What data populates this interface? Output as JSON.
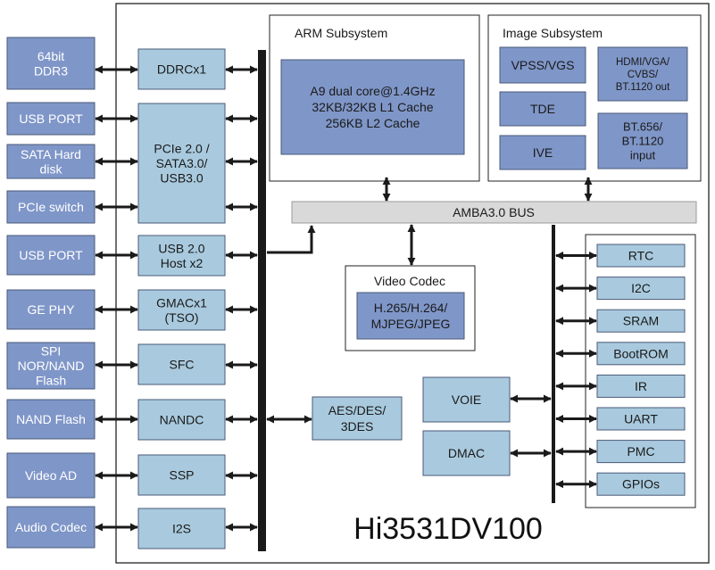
{
  "chip_name": "Hi3531DV100",
  "colors": {
    "external_fill": "#7f96c8",
    "internal_fill": "#a9cade",
    "core_fill": "#7f96c8",
    "bus_fill": "#d9d9d9",
    "frame_stroke": "#222222",
    "bus_bar": "#1a1a1a"
  },
  "external_blocks": [
    {
      "id": "ddr3",
      "lines": [
        "64bit",
        "DDR3"
      ]
    },
    {
      "id": "usb-port-1",
      "lines": [
        "USB PORT"
      ]
    },
    {
      "id": "sata-hard-disk",
      "lines": [
        "SATA Hard",
        "disk"
      ]
    },
    {
      "id": "pcie-switch",
      "lines": [
        "PCIe switch"
      ]
    },
    {
      "id": "usb-port-2",
      "lines": [
        "USB PORT"
      ]
    },
    {
      "id": "ge-phy",
      "lines": [
        "GE PHY"
      ]
    },
    {
      "id": "spi-flash",
      "lines": [
        "SPI",
        "NOR/NAND",
        "Flash"
      ]
    },
    {
      "id": "nand-flash",
      "lines": [
        "NAND Flash"
      ]
    },
    {
      "id": "video-ad",
      "lines": [
        "Video AD"
      ]
    },
    {
      "id": "audio-codec",
      "lines": [
        "Audio Codec"
      ]
    }
  ],
  "interface_blocks": [
    {
      "id": "ddrc",
      "lines": [
        "DDRCx1"
      ]
    },
    {
      "id": "pcie-sata-usb3",
      "lines": [
        "PCIe 2.0 /",
        "SATA3.0/",
        "USB3.0"
      ]
    },
    {
      "id": "usb2-host",
      "lines": [
        "USB 2.0",
        "Host x2"
      ]
    },
    {
      "id": "gmac",
      "lines": [
        "GMACx1",
        "(TSO)"
      ]
    },
    {
      "id": "sfc",
      "lines": [
        "SFC"
      ]
    },
    {
      "id": "nandc",
      "lines": [
        "NANDC"
      ]
    },
    {
      "id": "ssp",
      "lines": [
        "SSP"
      ]
    },
    {
      "id": "i2s",
      "lines": [
        "I2S"
      ]
    }
  ],
  "arm_subsystem": {
    "title": "ARM Subsystem",
    "core_lines": [
      "A9 dual core@1.4GHz",
      "32KB/32KB L1 Cache",
      "256KB L2 Cache"
    ]
  },
  "image_subsystem": {
    "title": "Image Subsystem",
    "blocks": [
      {
        "id": "vpss-vgs",
        "lines": [
          "VPSS/VGS"
        ]
      },
      {
        "id": "hdmi-out",
        "lines": [
          "HDMI/VGA/",
          "CVBS/",
          "BT.1120 out"
        ]
      },
      {
        "id": "tde",
        "lines": [
          "TDE"
        ]
      },
      {
        "id": "bt656-input",
        "lines": [
          "BT.656/",
          "BT.1120",
          "input"
        ]
      },
      {
        "id": "ive",
        "lines": [
          "IVE"
        ]
      }
    ]
  },
  "bus_label": "AMBA3.0 BUS",
  "video_codec": {
    "title": "Video Codec",
    "core_lines": [
      "H.265/H.264/",
      "MJPEG/JPEG"
    ]
  },
  "crypto_block": {
    "lines": [
      "AES/DES/",
      "3DES"
    ]
  },
  "voie_block": {
    "lines": [
      "VOIE"
    ]
  },
  "dmac_block": {
    "lines": [
      "DMAC"
    ]
  },
  "peripherals": [
    "RTC",
    "I2C",
    "SRAM",
    "BootROM",
    "IR",
    "UART",
    "PMC",
    "GPIOs"
  ]
}
